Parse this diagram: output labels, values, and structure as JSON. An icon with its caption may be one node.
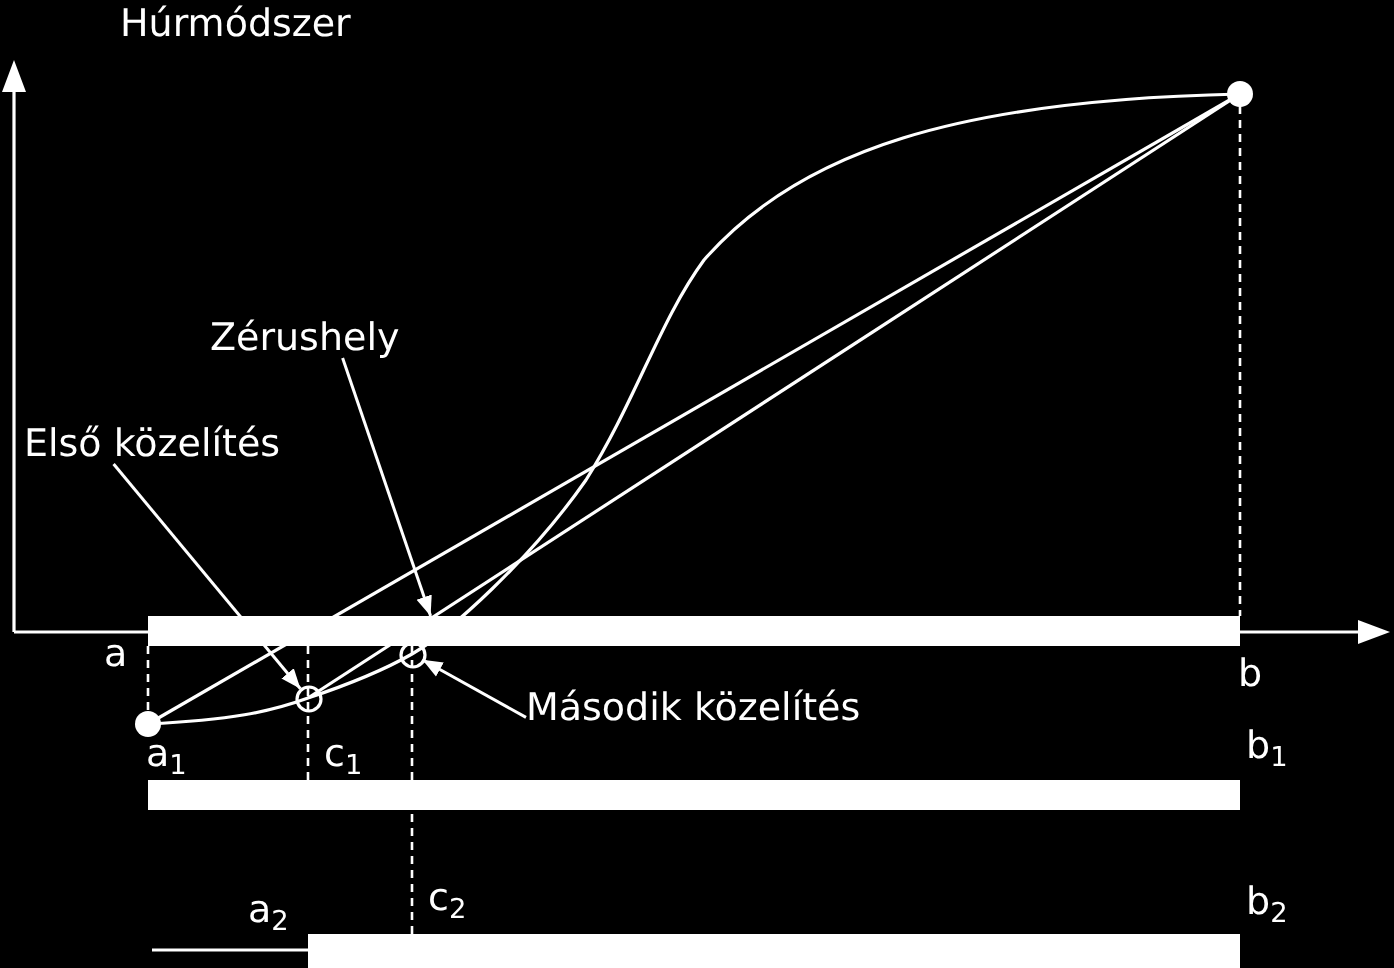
{
  "diagram": {
    "title": "Húrmódszer",
    "nodes": [
      {
        "text": [
          "Zérushely"
        ]
      },
      {
        "text": [
          "Első közelítés"
        ]
      },
      {
        "text": [],
        "shape": "bar"
      },
      {
        "text": [],
        "shape": "circle"
      },
      {
        "text": [],
        "shape": "circle"
      },
      {
        "text": [
          "Második közelítés"
        ]
      },
      {
        "text": [],
        "shape": "bar"
      },
      {
        "text": [],
        "shape": "bar"
      }
    ],
    "edges": [
      {
        "from": 0,
        "to": 2,
        "arrow": "to"
      },
      {
        "from": 1,
        "to": 3,
        "arrow": "to"
      },
      {
        "from": 5,
        "to": 4,
        "arrow": "to"
      }
    ],
    "labels": [
      "a",
      "b",
      "a$_{1}$",
      "c$_{1}$",
      "b$_{1}$",
      "a$_{2}$",
      "c$_{2}$",
      "b$_{2}$"
    ]
  }
}
